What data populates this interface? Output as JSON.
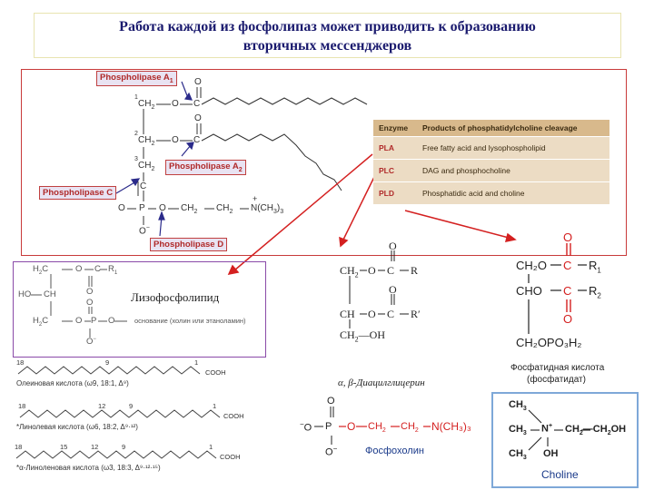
{
  "title": {
    "line1": "Работа каждой из фосфолипаз может приводить к образованию",
    "line2": "вторичных мессенджеров"
  },
  "enzymes": {
    "a1": "Phospholipase A",
    "a1_sub": "1",
    "a2": "Phospholipase A",
    "a2_sub": "2",
    "c": "Phospholipase C",
    "d": "Phospholipase D"
  },
  "phosphatidylcholine": {
    "carbon1": "CH",
    "carbon2": "CH",
    "carbon3": "CH",
    "c1_num": "1",
    "c2_num": "2",
    "c3_num": "3",
    "ester_o": "O",
    "ester_c": "C",
    "p": "P",
    "o_minus": "O",
    "ch2_a": "CH",
    "ch2_b": "CH",
    "trimethyl": "N(CH",
    "plus": "+",
    "minus": "−"
  },
  "table": {
    "header_enzyme": "Enzyme",
    "header_products": "Products of phosphatidylcholine cleavage",
    "rows": [
      {
        "enzyme": "PLA",
        "products": "Free fatty acid and lysophospholipid"
      },
      {
        "enzyme": "PLC",
        "products": "DAG and phosphocholine"
      },
      {
        "enzyme": "PLD",
        "products": "Phosphatidic acid and choline"
      }
    ]
  },
  "lysophospholipid": {
    "label": "Лизофосфолипид",
    "r1": "R",
    "r1_sub": "1",
    "note": "основание (холин или этаноламин)"
  },
  "fatty_acids": [
    {
      "numbers": [
        "18",
        "9",
        "1"
      ],
      "caption": "Олеиновая кислота (ω9, 18:1, Δ⁹)",
      "end": "COOH"
    },
    {
      "numbers": [
        "18",
        "12",
        "9",
        "1"
      ],
      "caption": "*Линолевая кислота (ω6, 18:2, Δ⁹·¹²)",
      "end": "COOH"
    },
    {
      "numbers": [
        "18",
        "15",
        "12",
        "9",
        "1"
      ],
      "caption": "*α-Линоленовая кислота (ω3, 18:3, Δ⁹·¹²·¹⁵)",
      "end": "COOH"
    }
  ],
  "dag": {
    "caption": "α, β-Диацилглицерин",
    "r": "R",
    "r_prime": "R′"
  },
  "phosphatidic_acid": {
    "caption_line1": "Фосфатидная кислота",
    "caption_line2": "(фосфатидат)",
    "r1": "R",
    "r1_sub": "1",
    "r2": "R",
    "r2_sub": "2",
    "ch2_top": "CH₂O",
    "cho": "CHO",
    "ch2_bottom": "CH₂OPO₃H₂"
  },
  "phosphocholine": {
    "caption": "Фосфохолин",
    "n_group": "N(CH₃)₃"
  },
  "choline": {
    "caption": "Choline",
    "oh": "OH"
  },
  "colors": {
    "arrow": "#d42020",
    "enzyme_text": "#b02a2a",
    "label_bg": "#e9e3f2",
    "table_header": "#d8b98c",
    "table_row": "#ecdcc4",
    "caption_blue": "#1a3a8a",
    "red_atom": "#d42020"
  }
}
